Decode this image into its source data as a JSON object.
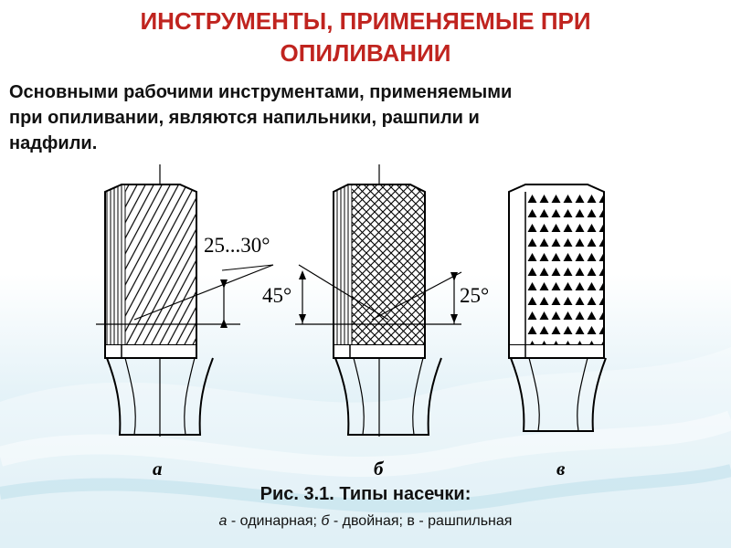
{
  "title": {
    "line1": "ИНСТРУМЕНТЫ, ПРИМЕНЯЕМЫЕ ПРИ",
    "line2": "ОПИЛИВАНИИ"
  },
  "lead_text": {
    "line1": "Основными рабочими инструментами, применяемыми",
    "line2": "при опиливании, являются напильники, рашпили и",
    "line3": "надфили."
  },
  "figure": {
    "angle_a": "25...30°",
    "angle_b_left": "45°",
    "angle_b_right": "25°",
    "label_a": "а",
    "label_b": "б",
    "label_c": "в"
  },
  "caption": "Рис. 3.1. Типы насечки:",
  "legend": {
    "a_letter": "а",
    "a_text": " - одинарная; ",
    "b_letter": "б",
    "b_text": " - двойная; в - рашпильная"
  },
  "colors": {
    "title": "#c0241f",
    "text": "#111111",
    "background_accent": "#cfe8f1"
  }
}
